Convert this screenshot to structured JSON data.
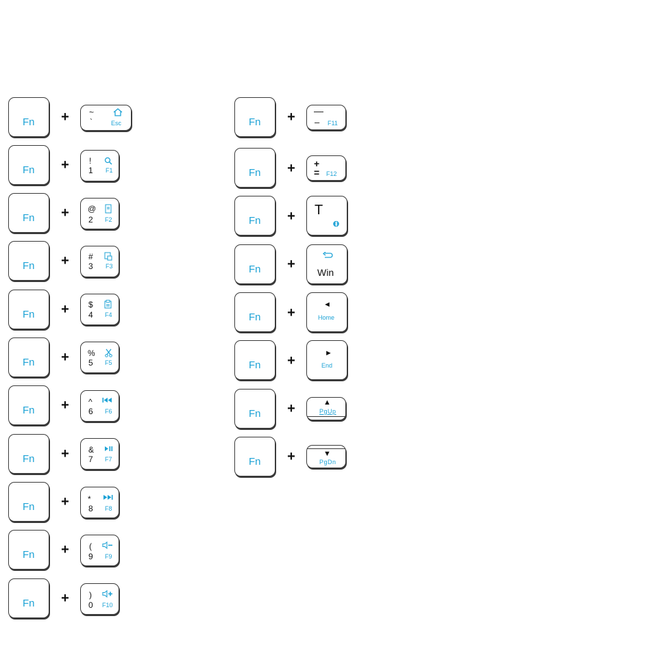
{
  "fn_label": "Fn",
  "plus": "+",
  "left": [
    {
      "top": "~",
      "bottom": "`",
      "fkey": "Esc",
      "icon": "home-icon"
    },
    {
      "top": "!",
      "bottom": "1",
      "fkey": "F1",
      "icon": "search-icon"
    },
    {
      "top": "@",
      "bottom": "2",
      "fkey": "F2",
      "icon": "select-all-icon"
    },
    {
      "top": "#",
      "bottom": "3",
      "fkey": "F3",
      "icon": "copy-icon"
    },
    {
      "top": "$",
      "bottom": "4",
      "fkey": "F4",
      "icon": "paste-icon"
    },
    {
      "top": "%",
      "bottom": "5",
      "fkey": "F5",
      "icon": "cut-icon"
    },
    {
      "top": "^",
      "bottom": "6",
      "fkey": "F6",
      "icon": "previous-track-icon"
    },
    {
      "top": "&",
      "bottom": "7",
      "fkey": "F7",
      "icon": "play-pause-icon"
    },
    {
      "top": "*",
      "bottom": "8",
      "fkey": "F8",
      "icon": "next-track-icon"
    },
    {
      "top": "(",
      "bottom": "9",
      "fkey": "F9",
      "icon": "volume-down-icon"
    },
    {
      "top": ")",
      "bottom": "0",
      "fkey": "F10",
      "icon": "volume-up-icon"
    }
  ],
  "right": [
    {
      "top": "—",
      "bottom": "–",
      "fkey": "F11"
    },
    {
      "top": "+",
      "bottom": "=",
      "fkey": "F12"
    },
    {
      "main": "T",
      "icon": "bluetooth-icon"
    },
    {
      "main": "Win",
      "icon": "return-icon"
    },
    {
      "arrow": "◄",
      "sub": "Home"
    },
    {
      "arrow": "►",
      "sub": "End"
    },
    {
      "arrow": "▲",
      "sub": "PgUp"
    },
    {
      "arrow": "▼",
      "sub": "PgDn"
    }
  ]
}
